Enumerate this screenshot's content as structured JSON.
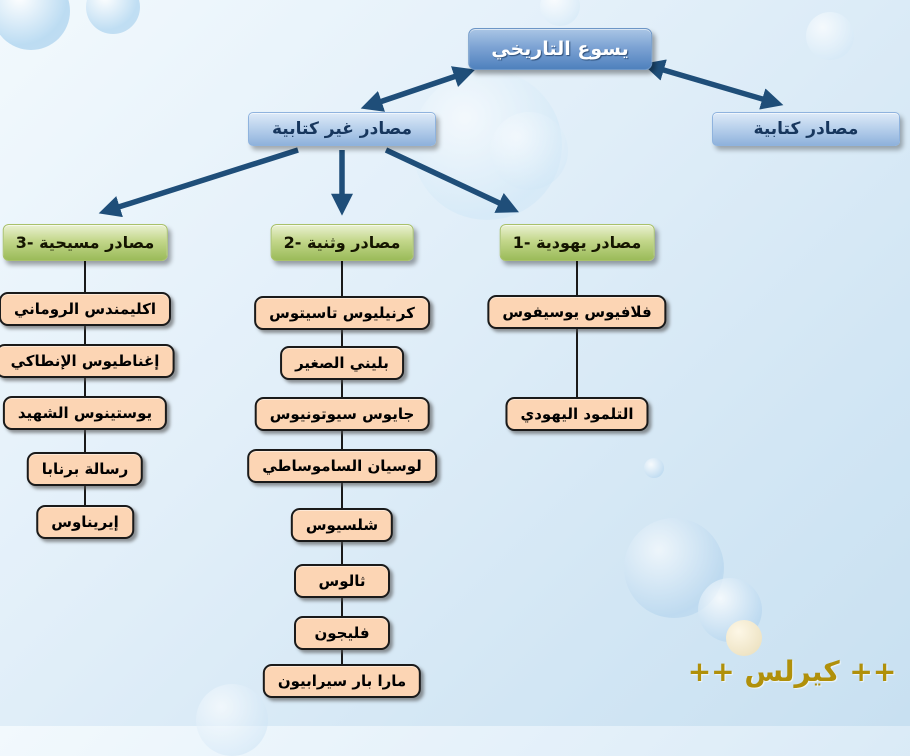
{
  "title": "يسوع التاريخي",
  "branches": {
    "non_biblical": "مصادر غير كتابية",
    "biblical": "مصادر كتابية"
  },
  "categories": [
    {
      "label": "1- مصادر يهودية",
      "children": [
        "فلافيوس يوسيفوس",
        "التلمود اليهودي"
      ]
    },
    {
      "label": "2- مصادر وثنية",
      "children": [
        "كرنيليوس تاسيتوس",
        "بليني الصغير",
        "جايوس سيوتونيوس",
        "لوسيان الساموساطي",
        "شلسيوس",
        "ثالوس",
        "فليجون",
        "مارا بار سيرابيون"
      ]
    },
    {
      "label": "3- مصادر مسيحية",
      "children": [
        "اكليمندس الروماني",
        "إغناطيوس الإنطاكي",
        "يوستينوس الشهيد",
        "رسالة برنابا",
        "إيريناوس"
      ]
    }
  ],
  "signature": "++ كيرلس ++",
  "colors": {
    "root_fill": "#4f81bd",
    "branch_fill": "#8db3e2",
    "category_fill": "#9bbb59",
    "leaf_fill": "#fcd5b4",
    "arrow": "#1f4e79",
    "connector": "#1a1a1a",
    "signature": "#b0900a"
  }
}
